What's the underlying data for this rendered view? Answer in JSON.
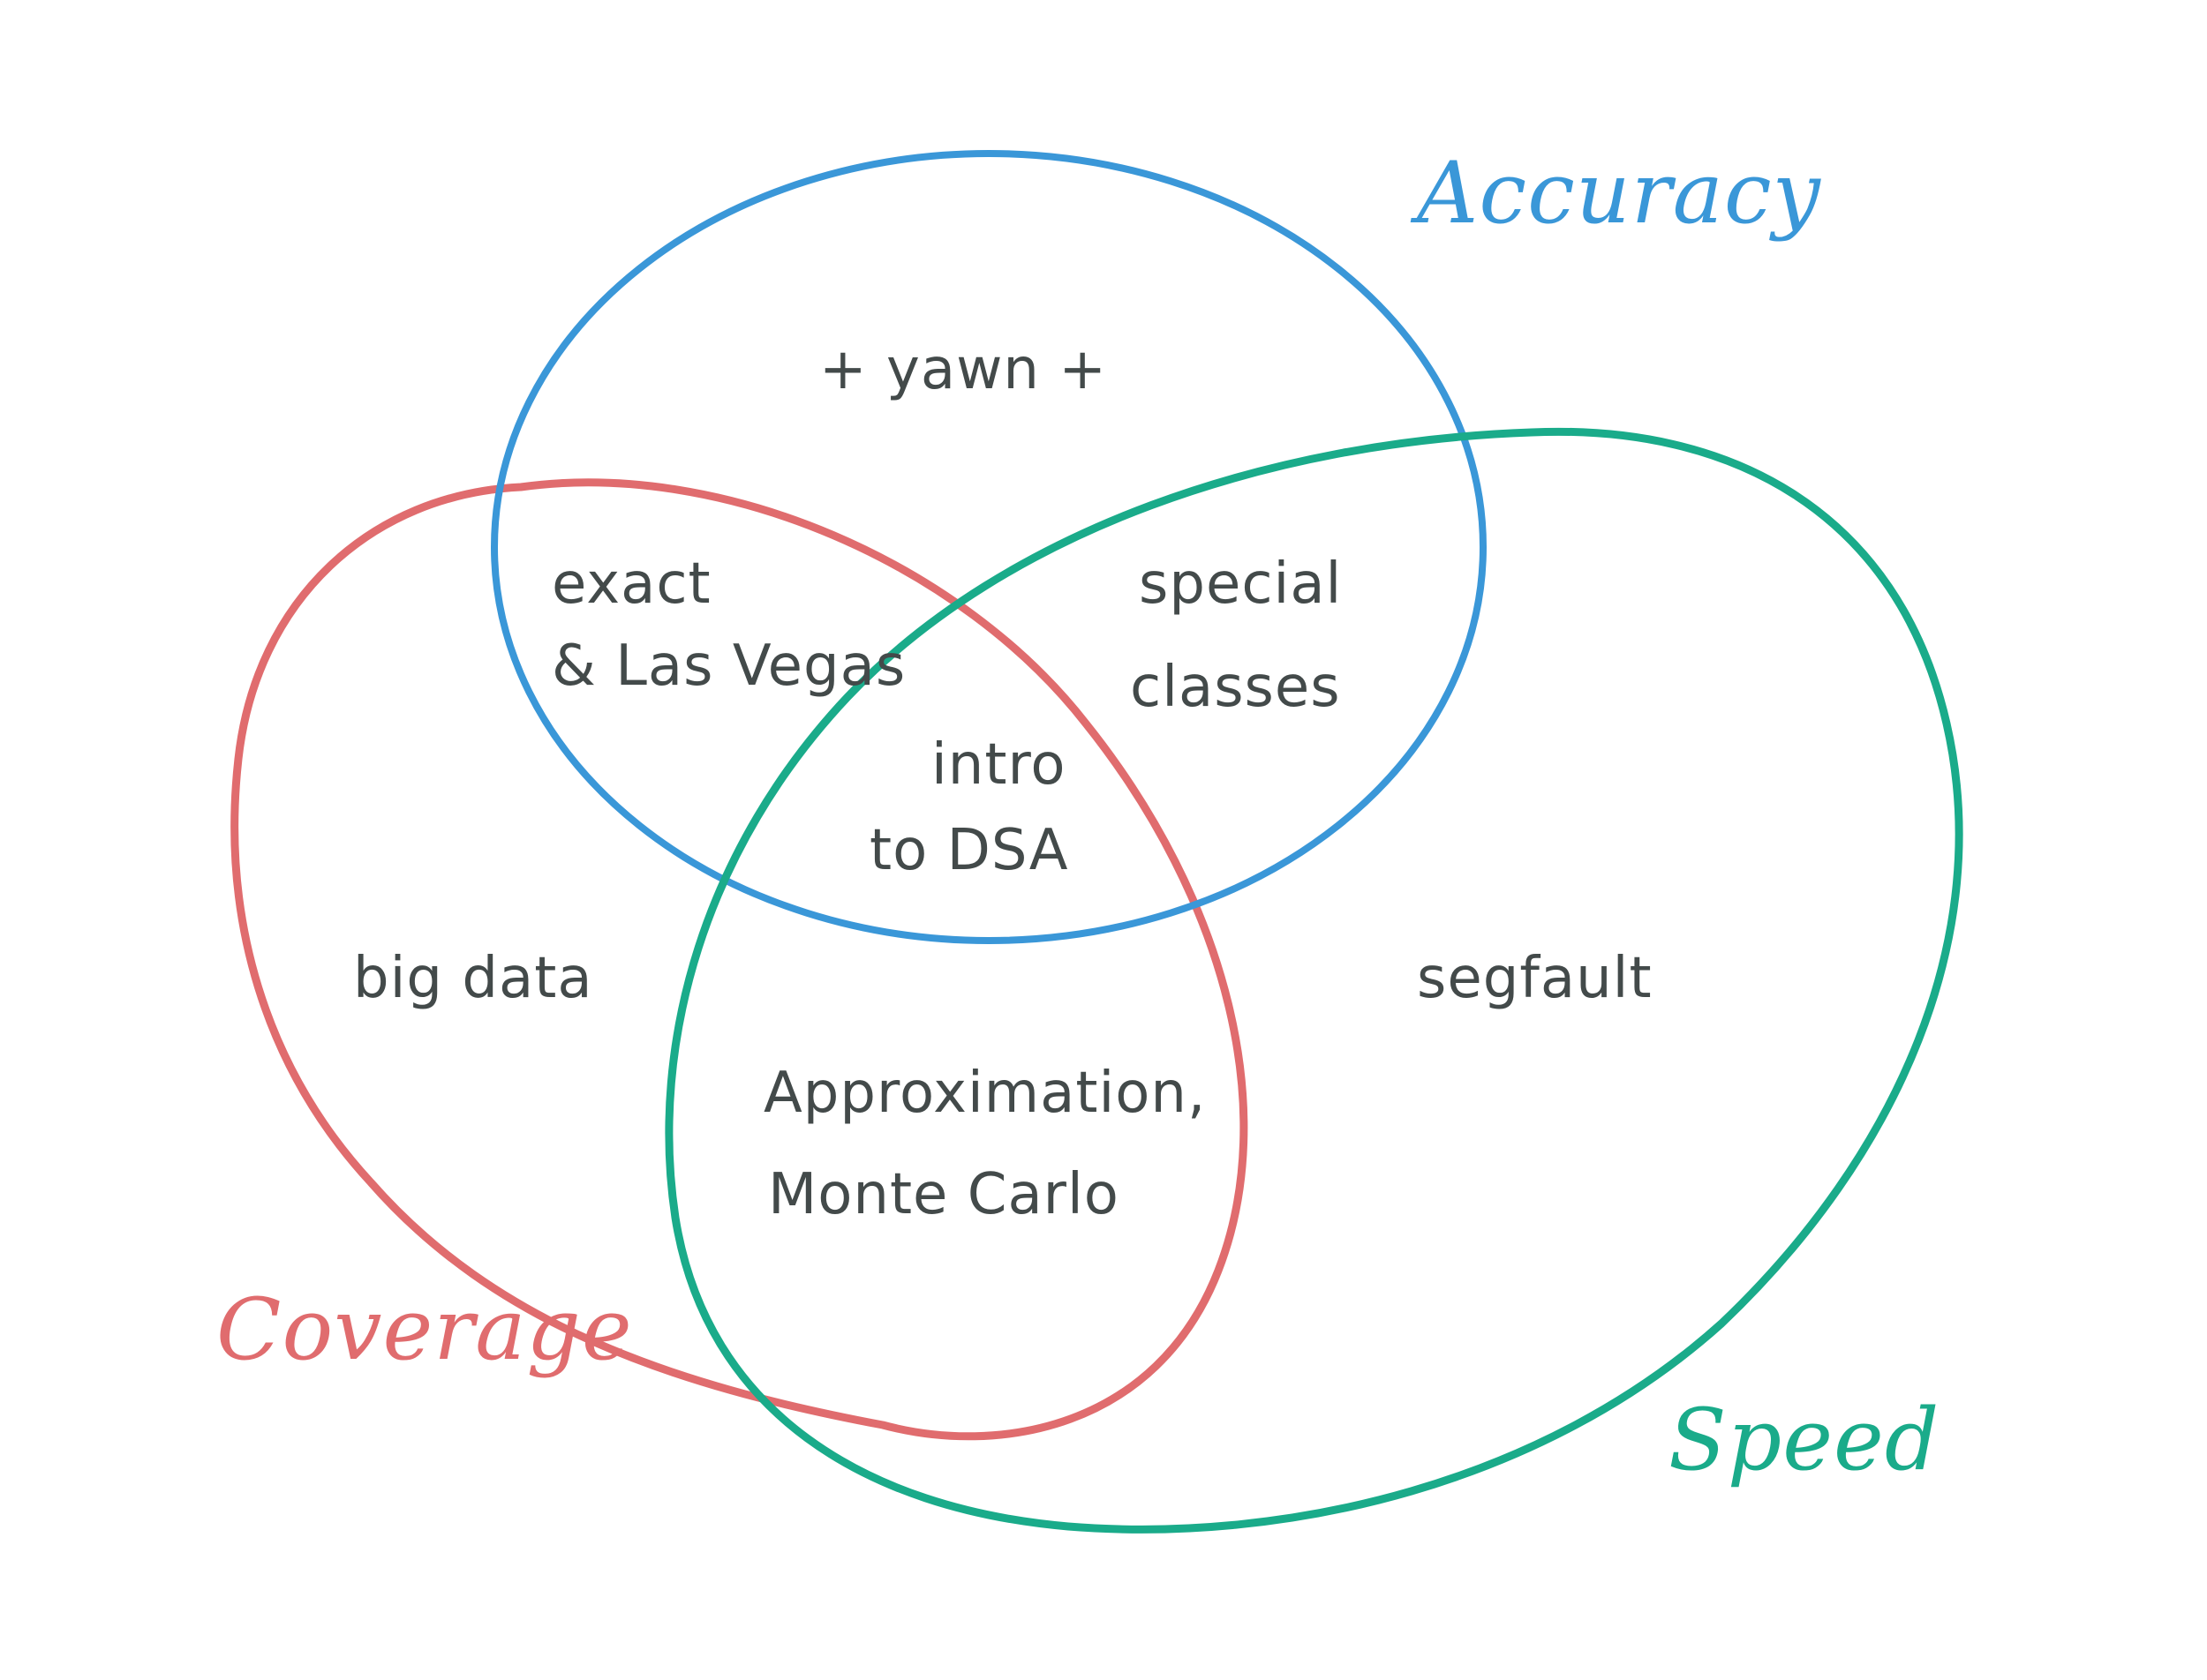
{
  "sets": {
    "accuracy": {
      "label": "Accuracy",
      "color": "#3a97d8"
    },
    "coverage": {
      "label": "Coverage",
      "color": "#e06c6e"
    },
    "speed": {
      "label": "Speed",
      "color": "#1aab8a"
    }
  },
  "regions": {
    "accuracy_only": {
      "text": "+ yawn +"
    },
    "accuracy_coverage": {
      "line1": "exact",
      "line2": "& Las Vegas"
    },
    "accuracy_speed": {
      "line1": "special",
      "line2": "classes"
    },
    "all_three": {
      "line1": "intro",
      "line2": "to DSA"
    },
    "coverage_only": {
      "text": "big data"
    },
    "coverage_speed": {
      "line1": "Approximation,",
      "line2": "Monte Carlo"
    },
    "speed_only": {
      "text": "segfault"
    }
  },
  "text_color": "#434a4a"
}
